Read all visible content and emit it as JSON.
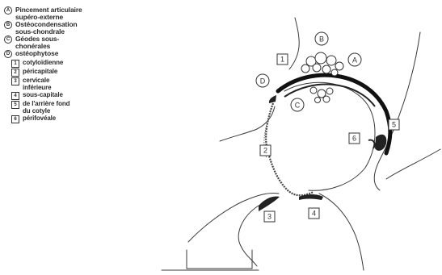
{
  "legend": [
    {
      "marker": "A",
      "text": "Pincement articulaire\nsupéro-externe"
    },
    {
      "marker": "B",
      "text": "Ostéocondensation\nsous-chondrale"
    },
    {
      "marker": "C",
      "text": "Géodes sous-\nchonérales"
    },
    {
      "marker": "D",
      "text": "ostéophytose"
    }
  ],
  "osteophytes": [
    {
      "num": "1",
      "text": "cotyloïdienne"
    },
    {
      "num": "2",
      "text": "péricapitale"
    },
    {
      "num": "3",
      "text": "cervicale\ninférieure"
    },
    {
      "num": "4",
      "text": "sous-capitale"
    },
    {
      "num": "5",
      "text": "de l'arrière fond\ndu cotyle"
    },
    {
      "num": "6",
      "text": "périfovéale"
    }
  ],
  "diagram_labels": {
    "A": "A",
    "B": "B",
    "C": "C",
    "D": "D",
    "b1": "1",
    "b2": "2",
    "b3": "3",
    "b4": "4",
    "b5": "5",
    "b6": "6"
  }
}
